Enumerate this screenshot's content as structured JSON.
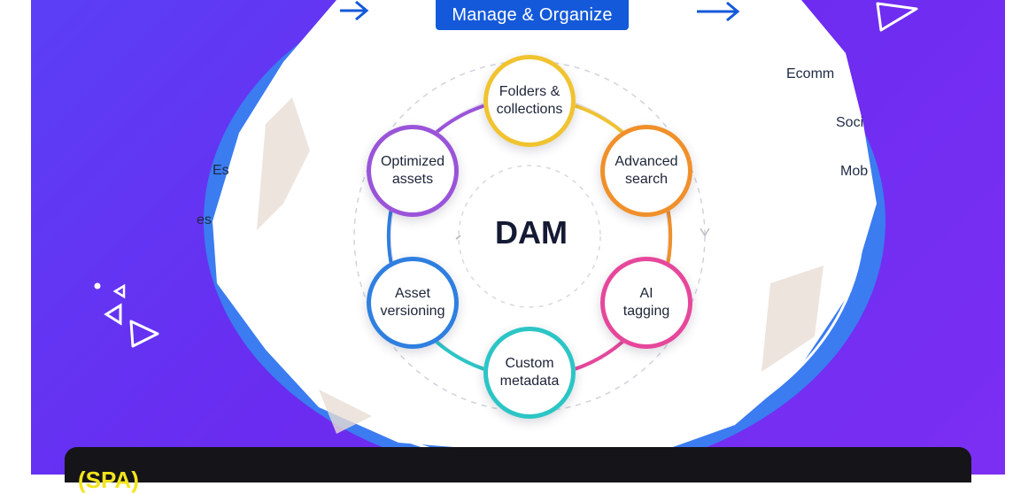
{
  "header": {
    "pill_label": "Manage & Organize"
  },
  "diagram": {
    "center_label": "DAM",
    "nodes": [
      {
        "id": "folders",
        "line1": "Folders &",
        "line2": "collections",
        "color": "#f0c330"
      },
      {
        "id": "search",
        "line1": "Advanced",
        "line2": "search",
        "color": "#f0902a"
      },
      {
        "id": "ai",
        "line1": "AI",
        "line2": "tagging",
        "color": "#e6479b"
      },
      {
        "id": "metadata",
        "line1": "Custom",
        "line2": "metadata",
        "color": "#2cc5c5"
      },
      {
        "id": "versioning",
        "line1": "Asset",
        "line2": "versioning",
        "color": "#2e7fe0"
      },
      {
        "id": "optimized",
        "line1": "Optimized",
        "line2": "assets",
        "color": "#9a54d9"
      }
    ]
  },
  "side_labels": {
    "right": [
      "Ecomm",
      "Soci",
      "Mob"
    ],
    "left": [
      "Es",
      "es"
    ]
  },
  "banner": {
    "text": "(SPA)"
  },
  "colors": {
    "background": "#6a2cf0",
    "pill": "#1459d9",
    "banner_text": "#f2e51c"
  }
}
